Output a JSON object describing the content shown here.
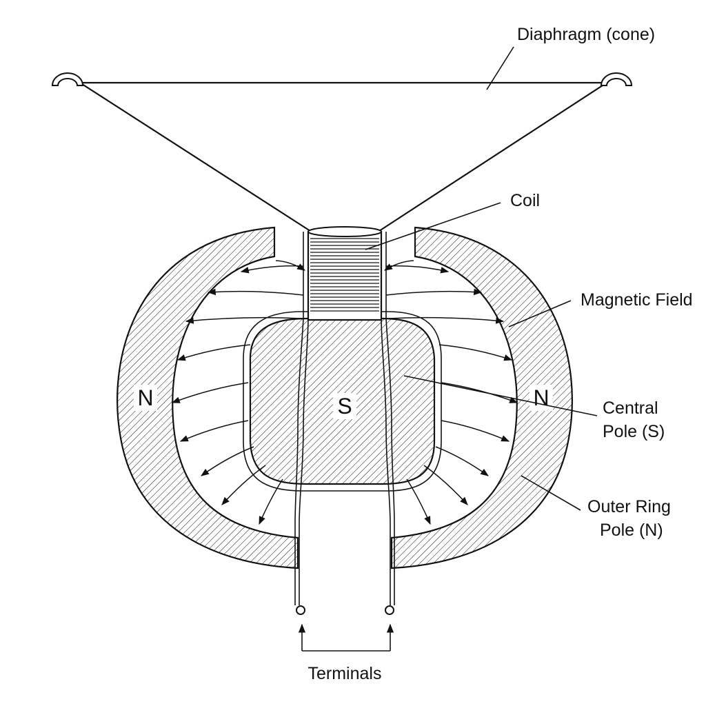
{
  "labels": {
    "diaphragm": "Diaphragm (cone)",
    "coil": "Coil",
    "magnetic_field": "Magnetic Field",
    "central_pole_1": "Central",
    "central_pole_2": "Pole (S)",
    "outer_ring_1": "Outer Ring",
    "outer_ring_2": "Pole (N)",
    "terminals": "Terminals"
  },
  "poles": {
    "left": "N",
    "center": "S",
    "right": "N"
  }
}
